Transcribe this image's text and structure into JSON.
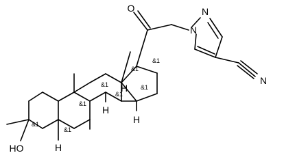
{
  "atom_labels": {
    "ketone_oxygen": "O",
    "pyrazole_n2": "N",
    "pyrazole_n1": "N",
    "nitrile_n": "N",
    "hydroxyl": "HO",
    "h_c8": "H",
    "h_c9": "H",
    "h_c14": "H",
    "h_c5": "H"
  },
  "stereo_labels": {
    "c17": "&1",
    "c13": "&1",
    "c8": "&1",
    "c9": "&1",
    "c10": "&1",
    "c14": "&1",
    "c3": "&1",
    "c5": "&1"
  }
}
